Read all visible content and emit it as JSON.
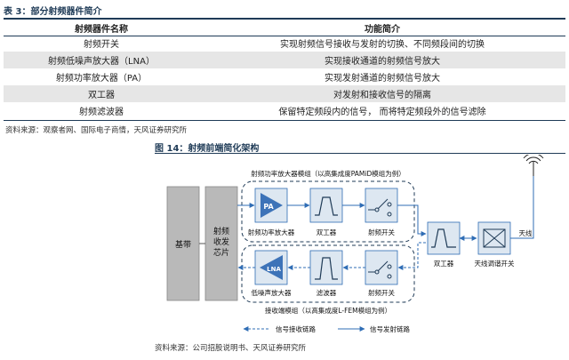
{
  "table": {
    "title": "表 3：部分射频器件简介",
    "headers": [
      "射频器件名称",
      "功能简介"
    ],
    "rows": [
      [
        "射频开关",
        "实现射频信号接收与发射的切换、不同频段间的切换"
      ],
      [
        "射频低噪声放大器（LNA）",
        "实现接收通道的射频信号放大"
      ],
      [
        "射频功率放大器（PA）",
        "实现发射通道的射频信号放大"
      ],
      [
        "双工器",
        "对发射和接收信号的隔离"
      ],
      [
        "射频滤波器",
        "保留特定频段内的信号，  而将特定频段外的信号滤除"
      ]
    ],
    "source": "资料来源：观察者网、国际电子商情，天风证券研究所"
  },
  "figure": {
    "title": "图 14：射频前端简化架构",
    "source": "资料来源：公司招股说明书、天风证券研究所",
    "baseband": "基带",
    "transceiver": [
      "射频",
      "收发",
      "芯片"
    ],
    "tx_module_label": "射频功率放大器模组（以高集成度PAMiD模组为例）",
    "rx_module_label": "接收端模组（以高集成度L-FEM模组为例）",
    "pa": "PA",
    "lna": "LNA",
    "pa_label": "射频功率放大器",
    "tx_filter_label": "双工器",
    "tx_switch_label": "射频开关",
    "lna_label": "低噪声放大器",
    "rx_filter_label": "滤波器",
    "rx_switch_label": "射频开关",
    "duplexer_label": "双工器",
    "antenna_switch_label": "天线调谐开关",
    "antenna_label": "天线",
    "legend_rx": "信号接收链路",
    "legend_tx": "信号发射链路",
    "colors": {
      "navy": "#1f3b57",
      "block_fill": "#dde7f1",
      "amp_fill": "#3d73b8",
      "arrow": "#2f6db5",
      "gray_block": "#b9b9b9",
      "row_shade": "#e6e6e6"
    }
  }
}
